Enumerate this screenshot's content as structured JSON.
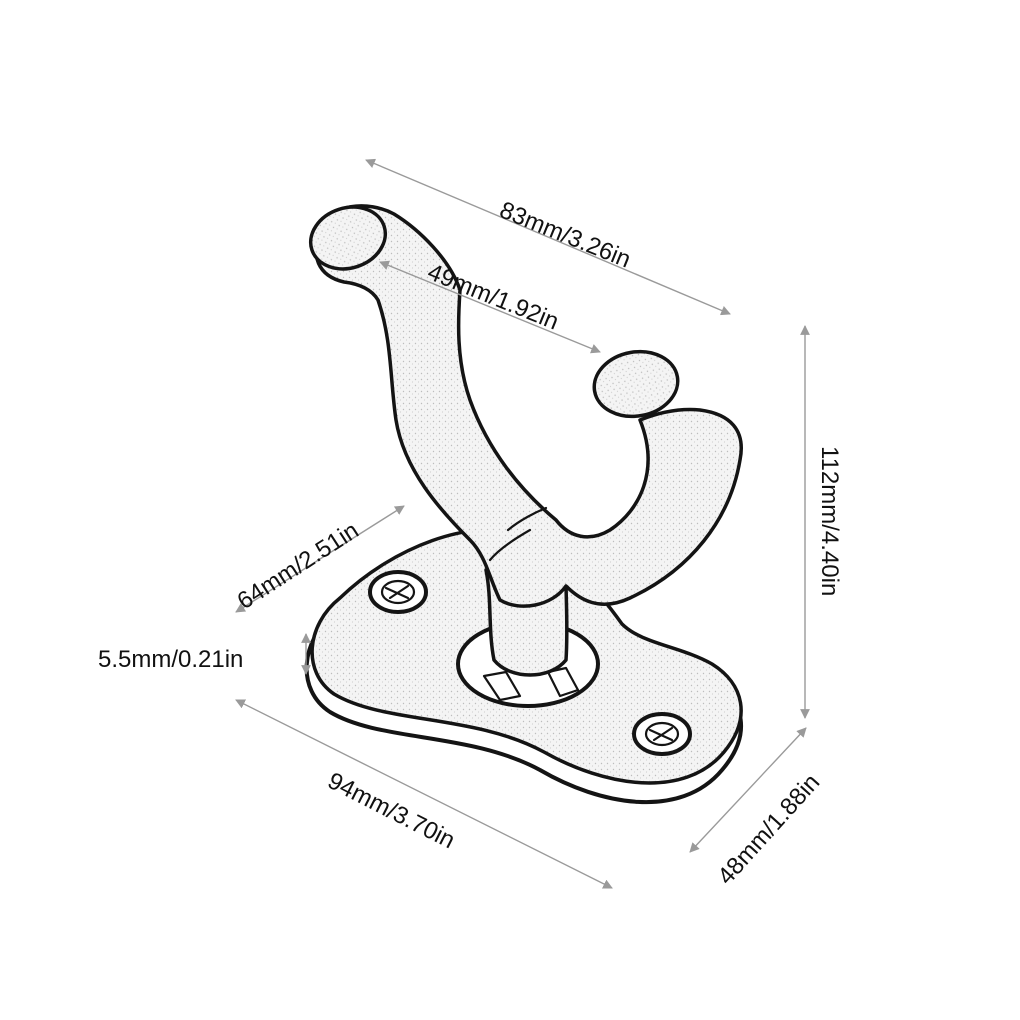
{
  "dimensions": {
    "top_length": "83mm/3.26in",
    "prong_gap": "49mm/1.92in",
    "height": "112mm/4.40in",
    "base_width": "64mm/2.51in",
    "base_thickness": "5.5mm/0.21in",
    "base_length": "94mm/3.70in",
    "base_depth": "48mm/1.88in"
  },
  "colors": {
    "line": "#141414",
    "dimension_line": "#9a9a9a",
    "text": "#111111"
  }
}
